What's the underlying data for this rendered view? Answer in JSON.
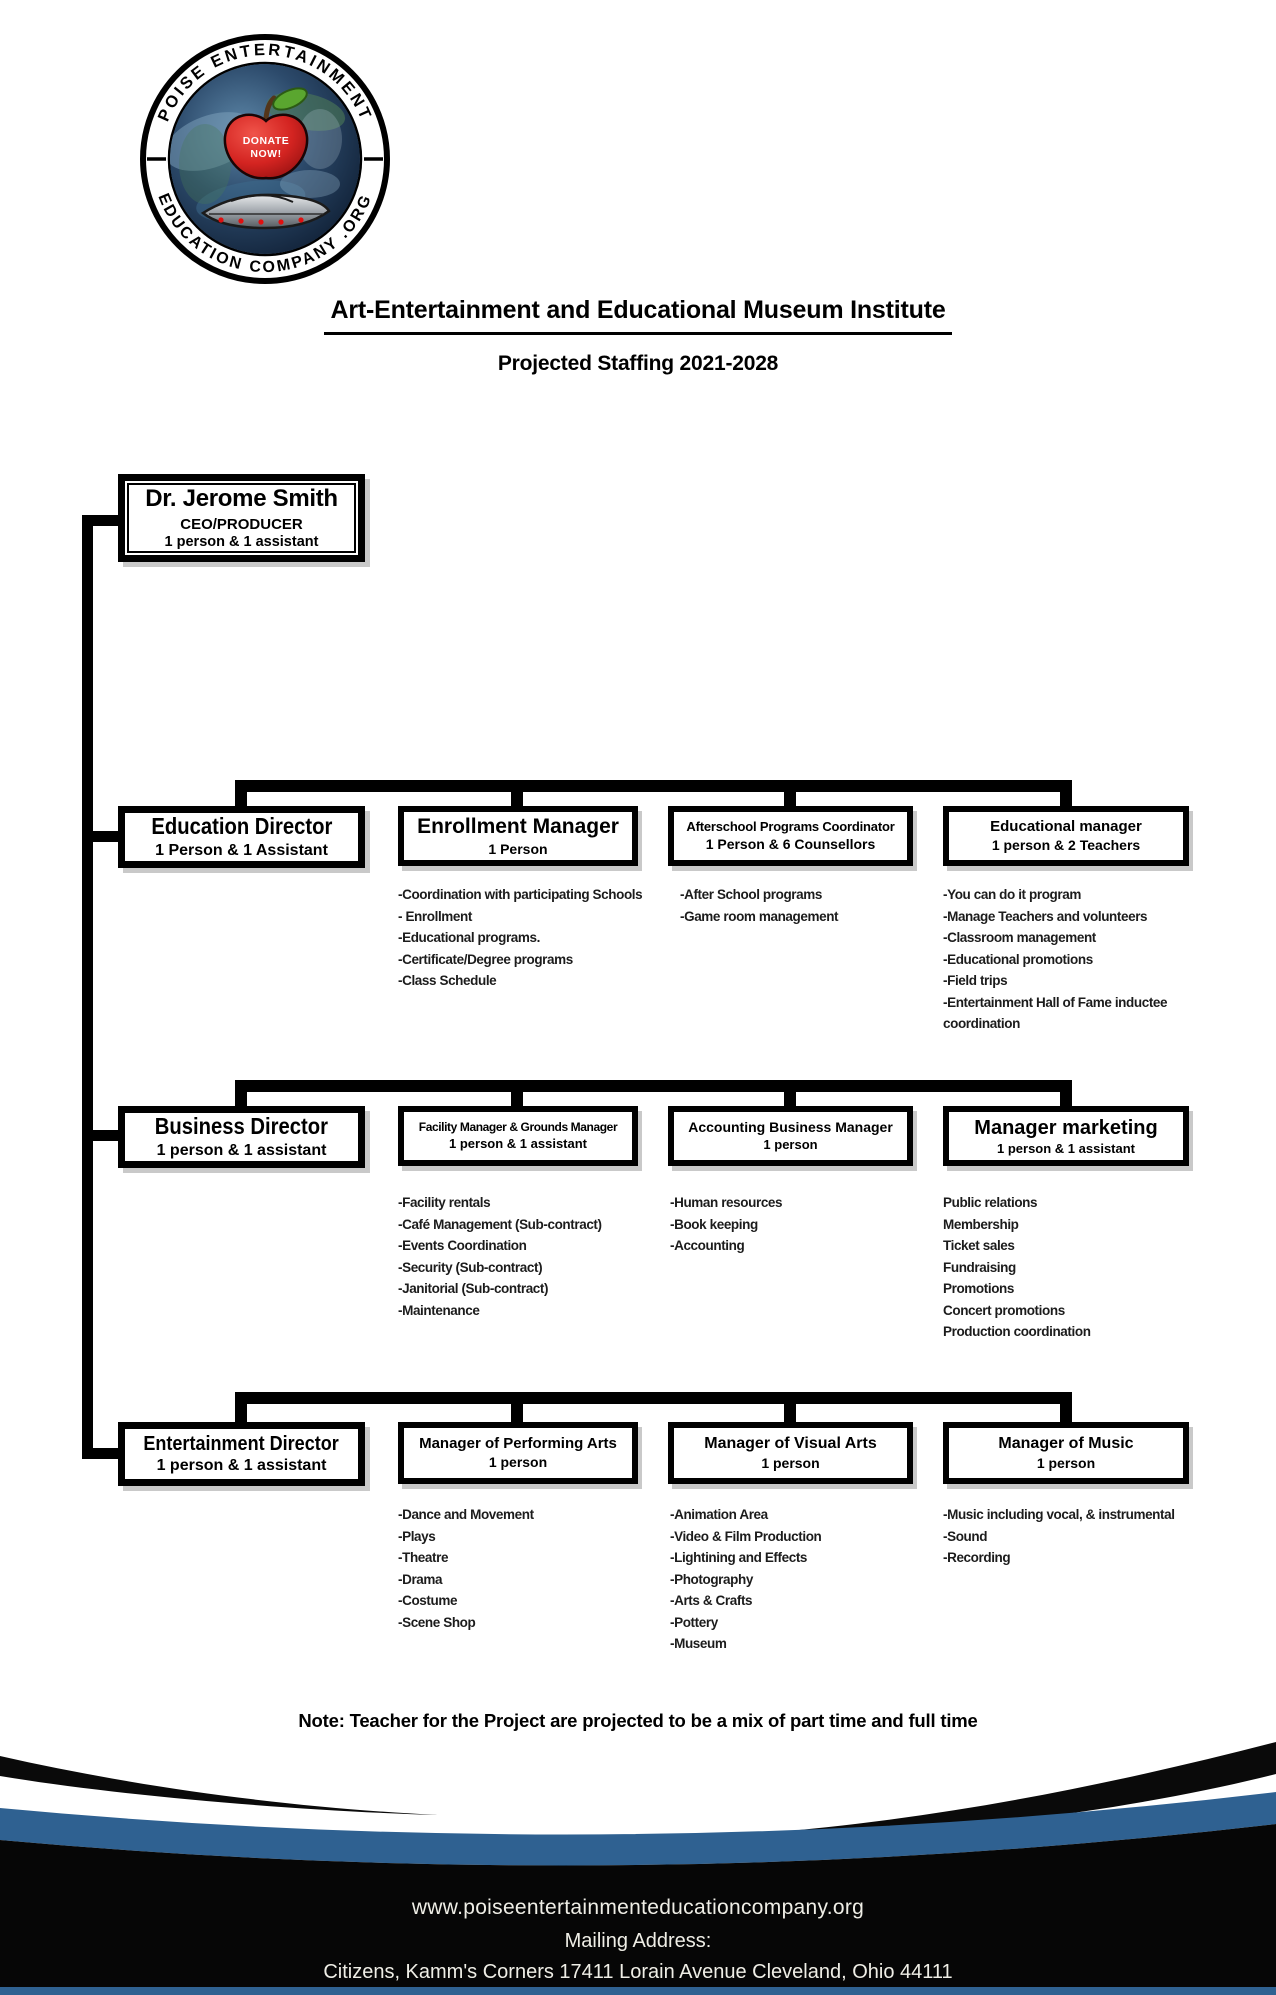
{
  "logo": {
    "arc_top": "POISE ENTERTAINMENT",
    "arc_bottom": "EDUCATION COMPANY .ORG",
    "donate_line1": "DONATE",
    "donate_line2": "NOW!",
    "apple_red": "#d42421",
    "leaf_green": "#5aa62f"
  },
  "header": {
    "title": "Art-Entertainment and Educational Museum Institute",
    "subtitle": "Projected Staffing 2021-2028"
  },
  "ceo": {
    "name": "Dr. Jerome Smith",
    "role": "CEO/PRODUCER",
    "staff": "1 person & 1 assistant"
  },
  "rows": [
    {
      "director": {
        "title": "Education Director",
        "staff": "1 Person & 1 Assistant"
      },
      "managers": [
        {
          "title": "Enrollment Manager",
          "staff": "1 Person",
          "duties": [
            "-Coordination with participating Schools",
            "- Enrollment",
            "-Educational programs.",
            "-Certificate/Degree programs",
            "-Class Schedule"
          ]
        },
        {
          "title": "Afterschool Programs Coordinator",
          "staff": "1 Person & 6 Counsellors",
          "duties": [
            "-After School programs",
            "-Game room management"
          ]
        },
        {
          "title": "Educational manager",
          "staff": "1 person & 2 Teachers",
          "duties": [
            "-You can do it program",
            "-Manage Teachers and volunteers",
            "-Classroom management",
            "-Educational promotions",
            "-Field trips",
            "-Entertainment Hall of Fame inductee coordination"
          ]
        }
      ]
    },
    {
      "director": {
        "title": "Business Director",
        "staff": "1 person & 1 assistant"
      },
      "managers": [
        {
          "title": "Facility Manager & Grounds Manager",
          "staff": "1 person & 1 assistant",
          "duties": [
            "-Facility rentals",
            "-Café Management (Sub-contract)",
            "-Events Coordination",
            "-Security (Sub-contract)",
            "-Janitorial (Sub-contract)",
            "-Maintenance"
          ]
        },
        {
          "title": "Accounting Business Manager",
          "staff": "1 person",
          "duties": [
            "-Human resources",
            "-Book keeping",
            "-Accounting"
          ]
        },
        {
          "title": "Manager marketing",
          "staff": "1 person & 1 assistant",
          "duties": [
            "Public relations",
            "Membership",
            "Ticket sales",
            "Fundraising",
            "Promotions",
            "Concert promotions",
            "Production coordination"
          ]
        }
      ]
    },
    {
      "director": {
        "title": "Entertainment Director",
        "staff": "1 person & 1 assistant"
      },
      "managers": [
        {
          "title": "Manager of Performing Arts",
          "staff": "1 person",
          "duties": [
            "-Dance and Movement",
            "-Plays",
            "-Theatre",
            "-Drama",
            "-Costume",
            "-Scene Shop"
          ]
        },
        {
          "title": "Manager of Visual Arts",
          "staff": "1 person",
          "duties": [
            "-Animation Area",
            "-Video & Film Production",
            "-Lightining and Effects",
            "-Photography",
            "-Arts & Crafts",
            "-Pottery",
            "-Museum"
          ]
        },
        {
          "title": "Manager of Music",
          "staff": "1 person",
          "duties": [
            "-Music including vocal, & instrumental",
            "-Sound",
            "-Recording"
          ]
        }
      ]
    }
  ],
  "note": "Note: Teacher for the Project are projected to be a mix of part time and full time",
  "footer": {
    "website": "www.poiseentertainmenteducationcompany.org",
    "mailing_label": "Mailing Address:",
    "address": "Citizens, Kamm's Corners 17411 Lorain Avenue Cleveland, Ohio 44111",
    "blue_color": "#2f6191",
    "black_color": "#060606"
  }
}
